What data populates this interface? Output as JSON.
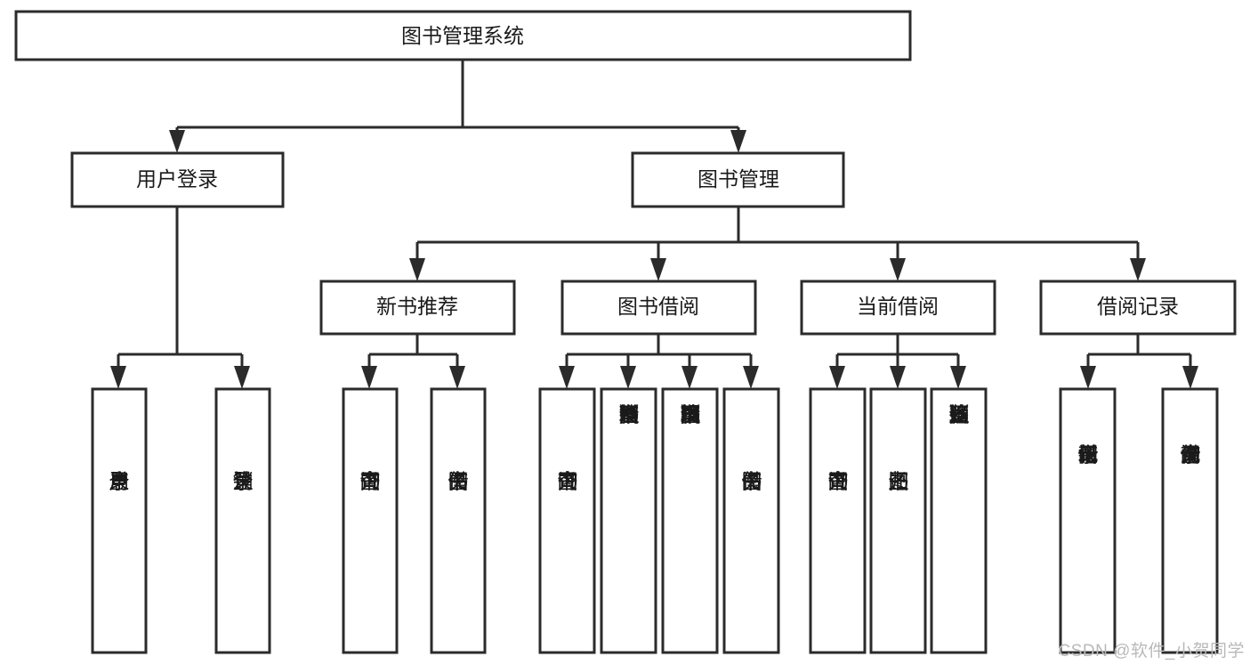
{
  "diagram": {
    "type": "tree",
    "title": "图书管理系统",
    "orientation": "top-down",
    "colors": {
      "box_stroke": "#2b2b2b",
      "box_fill": "#ffffff",
      "connector": "#2b2b2b",
      "text": "#1a1a1a",
      "watermark": "#b9b9b9",
      "background": "#ffffff"
    },
    "root": {
      "label": "图书管理系统"
    },
    "level2": [
      {
        "label": "用户登录"
      },
      {
        "label": "图书管理"
      }
    ],
    "level3": [
      {
        "label": "新书推荐"
      },
      {
        "label": "图书借阅"
      },
      {
        "label": "当前借阅"
      },
      {
        "label": "借阅记录"
      }
    ],
    "leaves": {
      "user_login": [
        {
          "label": "用户登录"
        },
        {
          "label": "注销登录"
        }
      ],
      "new_book_recommend": [
        {
          "label": "查询图书"
        },
        {
          "label": "借阅图书"
        }
      ],
      "book_borrow": [
        {
          "label": "查询图书"
        },
        {
          "label": "新增图书（管理员）"
        },
        {
          "label": "编辑图书（管理员）"
        },
        {
          "label": "借阅图书"
        }
      ],
      "current_borrow": [
        {
          "label": "查询图书"
        },
        {
          "label": "归还图书"
        },
        {
          "label": "确认归还（管理员）"
        }
      ],
      "borrow_record": [
        {
          "label": "新增借阅记录"
        },
        {
          "label": "查询借阅记录"
        }
      ]
    }
  },
  "watermark": {
    "text": "CSDN @软件_小贺同学"
  }
}
